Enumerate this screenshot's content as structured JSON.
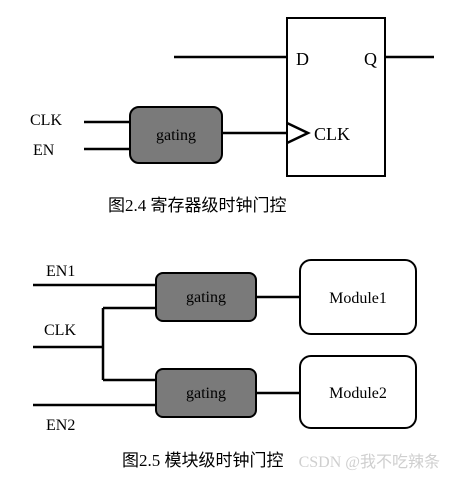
{
  "figure_1": {
    "caption": "图2.4  寄存器级时钟门控",
    "inputs": {
      "clk": "CLK",
      "en": "EN"
    },
    "gate_label": "gating",
    "flipflop": {
      "d": "D",
      "q": "Q",
      "clk": "CLK"
    }
  },
  "figure_2": {
    "caption": "图2.5  模块级时钟门控",
    "inputs": {
      "en1": "EN1",
      "clk": "CLK",
      "en2": "EN2"
    },
    "gate_top_label": "gating",
    "gate_bottom_label": "gating",
    "module_1": "Module1",
    "module_2": "Module2"
  },
  "watermark": "CSDN @我不吃辣条",
  "colors": {
    "gate_fill": "#7a7a7a",
    "stroke": "#000000",
    "background": "#ffffff"
  }
}
